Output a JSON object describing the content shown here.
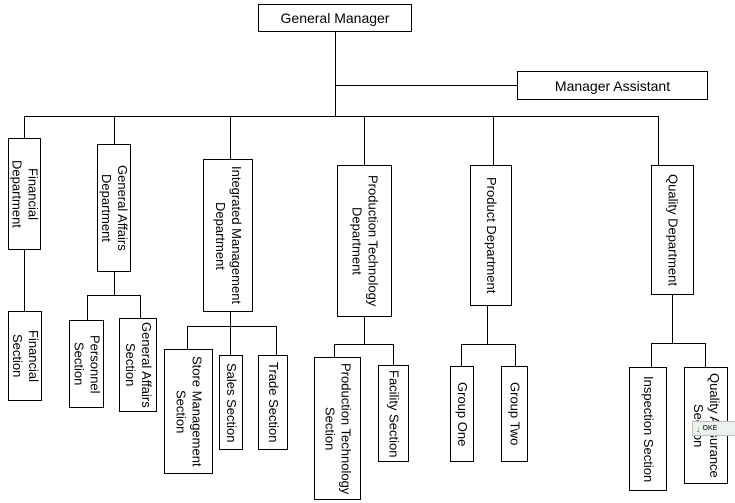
{
  "general_manager": "General Manager",
  "manager_assistant": "Manager Assistant",
  "departments": {
    "financial": "Financial\nDepartment",
    "general_affairs": "General Affairs\nDepartment",
    "integrated_management": "Integrated Management\nDepartment",
    "production_technology": "Production Technology\nDepartment",
    "product": "Product Department",
    "quality": "Quality Department"
  },
  "sections": {
    "financial": "Financial\nSection",
    "personnel": "Personnel\nSection",
    "general_affairs": "General Affairs\nSection",
    "store_management": "Store Management\nSection",
    "sales": "Sales Section",
    "trade": "Trade Section",
    "production_technology": "Production Technology\nSection",
    "facility": "Facility Section",
    "group_one": "Group One",
    "group_two": "Group Two",
    "inspection": "Inspection Section",
    "quality_assurance": "Quality Assurance\nSection"
  },
  "overlay_widget": {
    "icon": "down-arrow-icon",
    "label": "OKE"
  }
}
